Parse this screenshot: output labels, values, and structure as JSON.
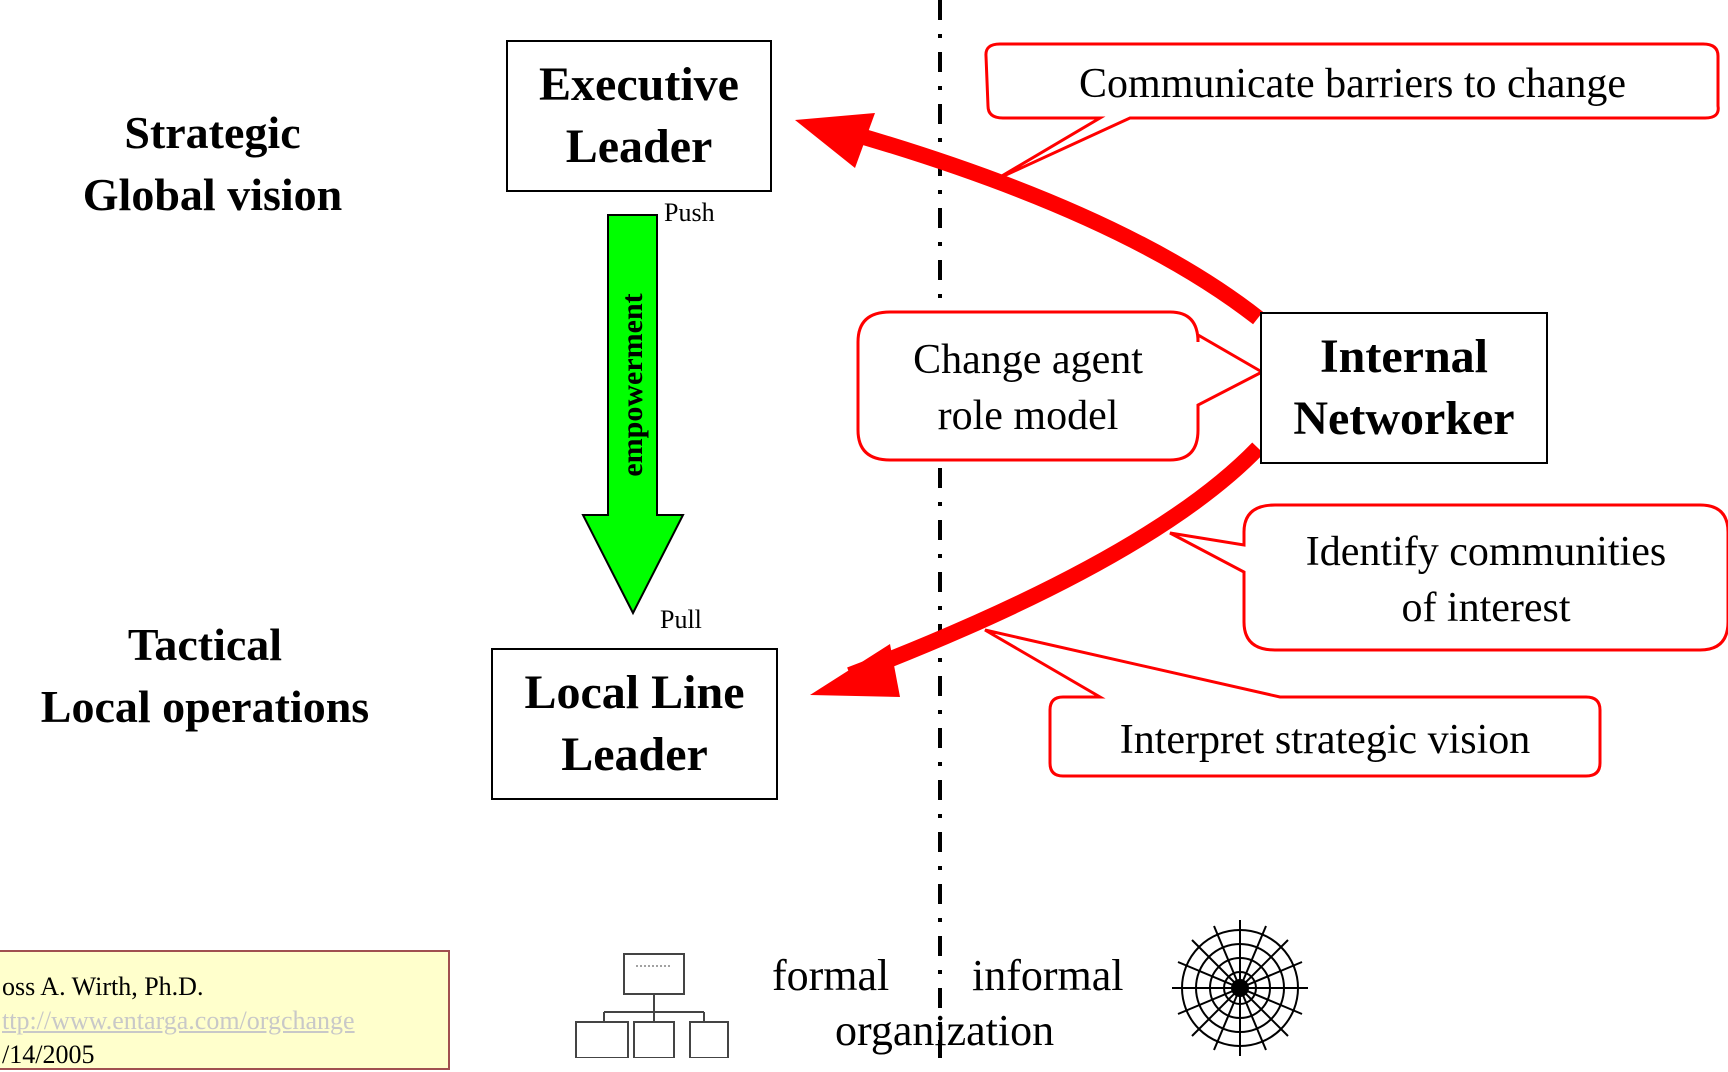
{
  "levels": {
    "strategic": {
      "line1": "Strategic",
      "line2": "Global vision"
    },
    "tactical": {
      "line1": "Tactical",
      "line2": "Local operations"
    }
  },
  "boxes": {
    "executive": {
      "line1": "Executive",
      "line2": "Leader"
    },
    "local": {
      "line1": "Local Line",
      "line2": "Leader"
    },
    "networker": {
      "line1": "Internal",
      "line2": "Networker"
    }
  },
  "arrow": {
    "label": "empowerment",
    "push": "Push",
    "pull": "Pull"
  },
  "callouts": {
    "barriers": "Communicate barriers to change",
    "change_agent": {
      "line1": "Change agent",
      "line2": "role model"
    },
    "communities": {
      "line1": "Identify communities",
      "line2": "of interest"
    },
    "interpret": "Interpret strategic vision"
  },
  "bottom": {
    "formal": "formal",
    "informal": "informal",
    "organization": "organization"
  },
  "credit": {
    "name": "oss A. Wirth, Ph.D.",
    "link": "ttp://www.entarga.com/orgchange",
    "date": "/14/2005"
  },
  "colors": {
    "red": "#ff0000",
    "green": "#00ff00",
    "credit_bg": "#ffffcc"
  }
}
